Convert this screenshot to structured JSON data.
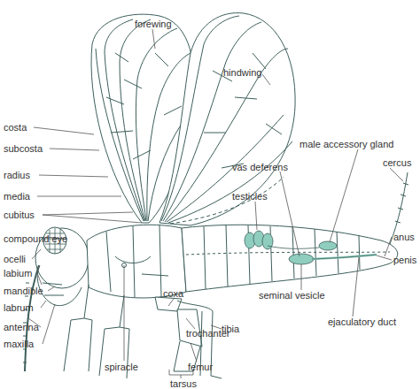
{
  "diagram": {
    "labels": [
      "forewing",
      "hindwing",
      "costa",
      "subcosta",
      "radius",
      "media",
      "cubitus",
      "compound eye",
      "ocelli",
      "labium",
      "mandible",
      "labrum",
      "antenna",
      "maxilla",
      "spiracle",
      "coxa",
      "trochanter",
      "femur",
      "tibia",
      "tarsus",
      "male accessory gland",
      "vas deferens",
      "testicles",
      "cercus",
      "anus",
      "penis",
      "seminal vesicle",
      "ejaculatory duct"
    ]
  }
}
